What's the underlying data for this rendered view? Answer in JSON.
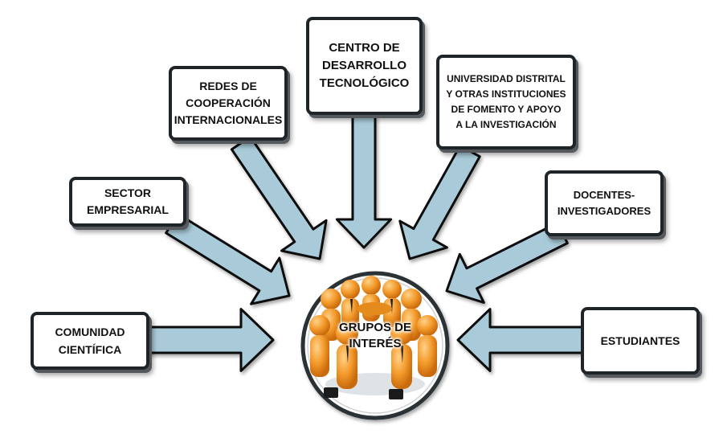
{
  "center": {
    "label": "GRUPOS DE\nINTERÉS"
  },
  "nodes": [
    {
      "id": "centro-desarrollo",
      "label": "CENTRO DE\nDESARROLLO\nTECNOLÓGICO"
    },
    {
      "id": "redes-cooperacion",
      "label": "REDES DE\nCOOPERACIÓN\nINTERNACIONALES"
    },
    {
      "id": "universidad-distrital",
      "label": "UNIVERSIDAD DISTRITAL\nY OTRAS INSTITUCIONES\nDE FOMENTO Y APOYO\nA LA INVESTIGACIÓN"
    },
    {
      "id": "sector-empresarial",
      "label": "SECTOR\nEMPRESARIAL"
    },
    {
      "id": "docentes-investigadores",
      "label": "DOCENTES-\nINVESTIGADORES"
    },
    {
      "id": "comunidad-cientifica",
      "label": "COMUNIDAD\nCIENTÍFICA"
    },
    {
      "id": "estudiantes",
      "label": "ESTUDIANTES"
    }
  ],
  "colors": {
    "arrow_fill": "#a9cbd9",
    "arrow_stroke": "#111111",
    "box_border": "#1f2428",
    "circle_border": "#2b3034",
    "figure_orange": "#f39a2b"
  }
}
